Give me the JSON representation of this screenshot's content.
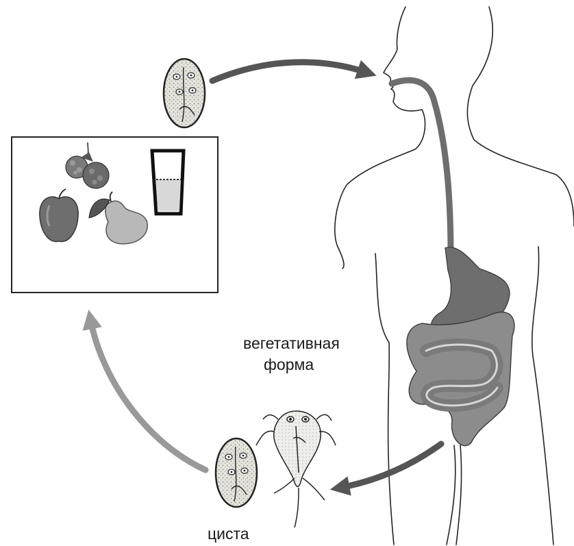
{
  "labels": {
    "vegetative_line1": "вегетативная",
    "vegetative_line2": "форма",
    "cyst": "циста"
  },
  "colors": {
    "arrow_dark": "#555555",
    "arrow_light": "#999999",
    "digestive_tract": "#6e6e6e",
    "intestine": "#8c8c8c",
    "outline": "#222222"
  }
}
